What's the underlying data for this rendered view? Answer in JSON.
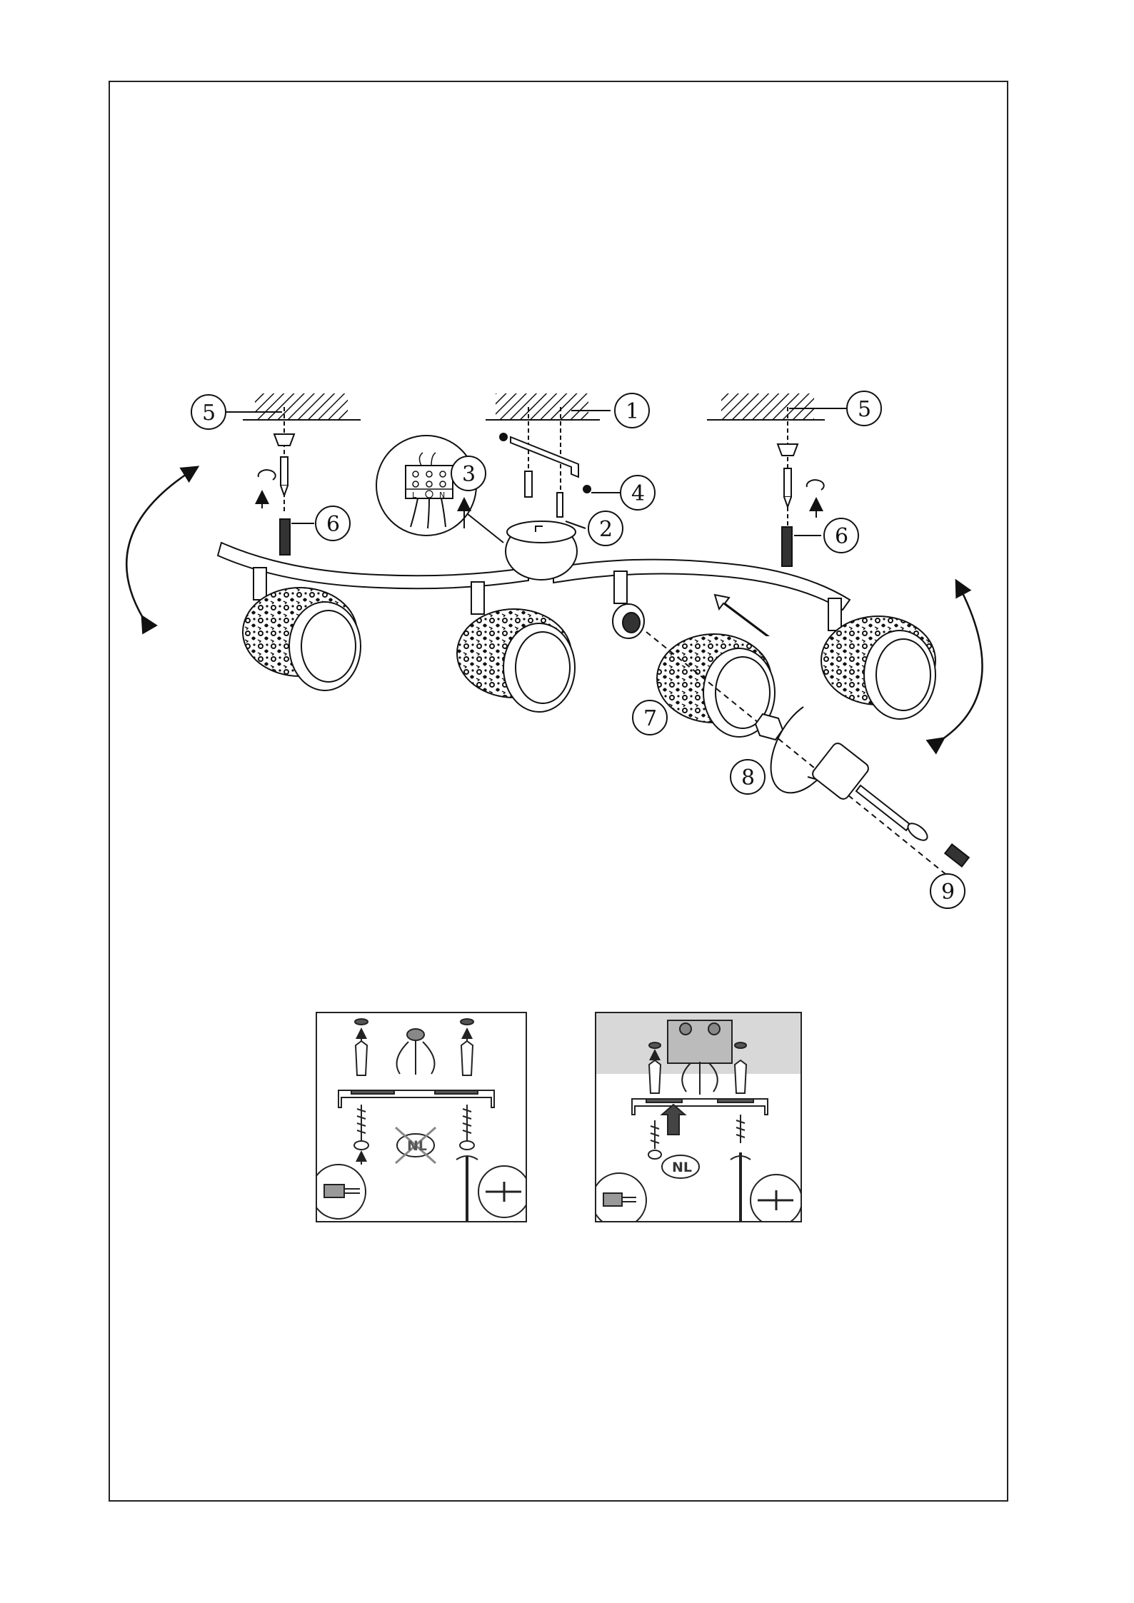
{
  "callouts": {
    "c1": "1",
    "c2": "2",
    "c3": "3",
    "c4": "4",
    "c5_left": "5",
    "c5_right": "5",
    "c6_left": "6",
    "c6_right": "6",
    "c7": "7",
    "c8": "8",
    "c9": "9"
  },
  "junction": {
    "terminal_l": "L",
    "terminal_n": "N"
  },
  "detail_left": {
    "badge": "NL",
    "crossed": true
  },
  "detail_right": {
    "badge": "NL",
    "crossed": false
  },
  "icons": [
    "arrow-icon",
    "screw-icon",
    "dowel-icon",
    "screwdriver-icon",
    "rotate-icon",
    "earth-icon"
  ]
}
